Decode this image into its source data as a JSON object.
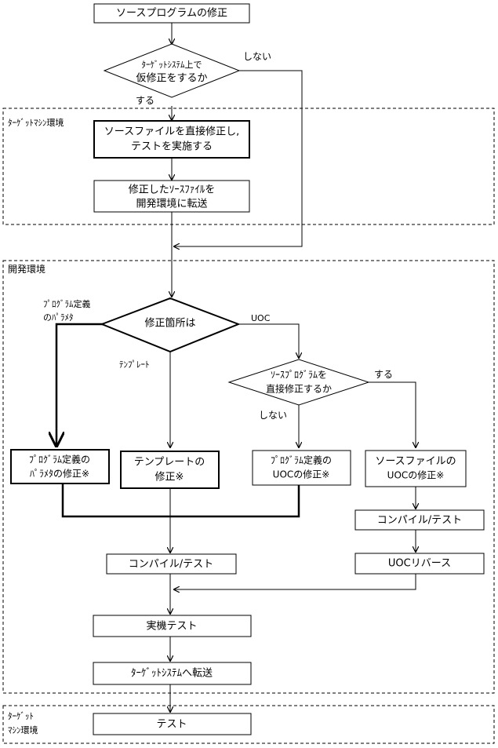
{
  "start": "ソースプログラムの修正",
  "decision_provisional": [
    "ﾀｰｹﾞｯﾄｼｽﾃﾑ上で",
    "仮修正をするか"
  ],
  "label_no": "しない",
  "label_yes": "する",
  "region_target_machine": "ﾀｰｹﾞｯﾄﾏｼﾝ環境",
  "box_edit_test": [
    "ソースファイルを直接修正し,",
    "テストを実施する"
  ],
  "box_transfer_dev": [
    "修正したｿｰｽﾌｧｲﾙを",
    "開発環境に転送"
  ],
  "region_dev": "開発環境",
  "decision_location": "修正箇所は",
  "label_program_def": [
    "ﾌﾟﾛｸﾞﾗﾑ定義",
    "のﾊﾟﾗﾒﾀ"
  ],
  "label_template": "ﾃﾝﾌﾟﾚｰﾄ",
  "label_uoc": "UOC",
  "decision_direct": [
    "ｿｰｽﾌﾟﾛｸﾞﾗﾑを",
    "直接修正するか"
  ],
  "label_direct_yes": "する",
  "label_direct_no": "しない",
  "box_param_fix": [
    "ﾌﾟﾛｸﾞﾗﾑ定義の",
    "ﾊﾟﾗﾒﾀの修正※"
  ],
  "box_template_fix": [
    "テンプレートの",
    "修正※"
  ],
  "box_uoc_def_fix": [
    "ﾌﾟﾛｸﾞﾗﾑ定義の",
    "UOCの修正※"
  ],
  "box_uoc_src_fix": [
    "ソースファイルの",
    "UOCの修正※"
  ],
  "box_compile_right": "コンパイル/テスト",
  "box_compile_left": "コンパイル/テスト",
  "box_uoc_reverse": "UOCリバース",
  "box_real_test": "実機テスト",
  "box_transfer_target": "ﾀｰｹﾞｯﾄｼｽﾃﾑへ転送",
  "region_target_machine_bottom": [
    "ﾀｰｹﾞｯﾄ",
    "ﾏｼﾝ環境"
  ],
  "box_test": "テスト"
}
